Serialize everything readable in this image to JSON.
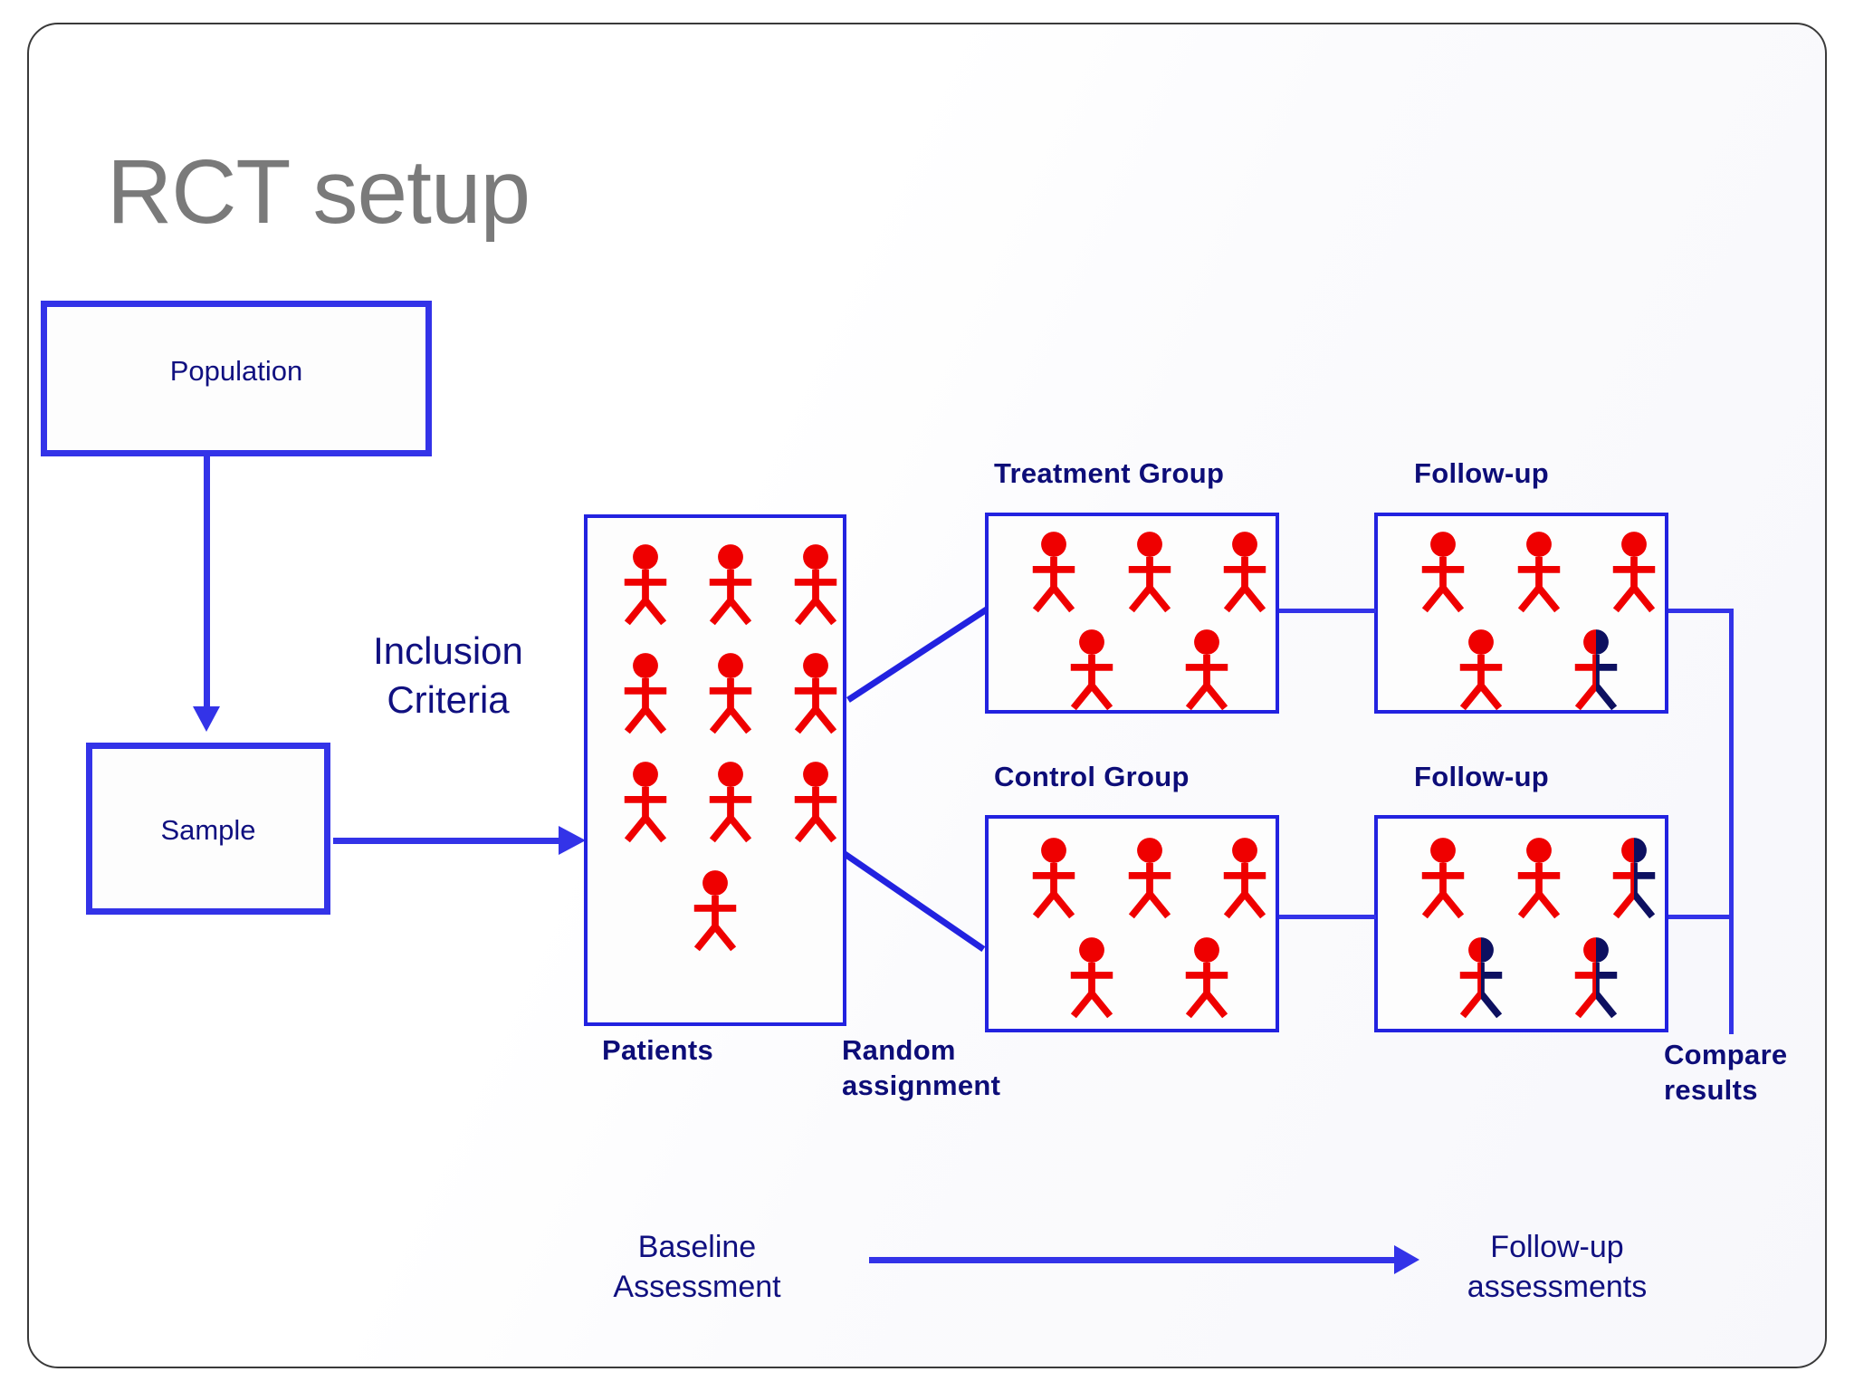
{
  "slide": {
    "title": "RCT setup"
  },
  "flow": {
    "population_label": "Population",
    "sample_label": "Sample",
    "inclusion_label": "Inclusion Criteria",
    "patients_label": "Patients",
    "random_assignment_label": "Random assignment",
    "compare_results_label": "Compare results"
  },
  "groups": {
    "treatment_label": "Treatment Group",
    "followup_top_label": "Follow-up",
    "control_label": "Control Group",
    "followup_bottom_label": "Follow-up"
  },
  "timeline": {
    "start_label": "Baseline Assessment",
    "end_label": "Follow-up assessments"
  },
  "figures": {
    "patients": {
      "rows": [
        3,
        3,
        3,
        1
      ],
      "total": 10,
      "states": "all-red"
    },
    "treatment": {
      "rows": [
        3,
        2
      ],
      "total": 5,
      "states": "all-red"
    },
    "followup_top": {
      "rows": [
        3,
        2
      ],
      "total": 5,
      "half_navy_indices": [
        4
      ]
    },
    "control": {
      "rows": [
        3,
        2
      ],
      "total": 5,
      "states": "all-red"
    },
    "followup_bottom": {
      "rows": [
        3,
        2
      ],
      "total": 5,
      "half_navy_indices": [
        2,
        3,
        4
      ]
    }
  },
  "colors": {
    "title_gray": "#7a7a7a",
    "box_blue": "#3333e8",
    "line_blue": "#2222e0",
    "text_navy": "#101080",
    "figure_red": "#ef0000",
    "figure_navy": "#0d1060",
    "frame_gray": "#3a3a3a",
    "slide_background": "#ffffff"
  },
  "icons": {
    "stick_figure": "stick-figure-icon",
    "arrow_down": "arrow-down-icon",
    "arrow_right": "arrow-right-icon"
  }
}
